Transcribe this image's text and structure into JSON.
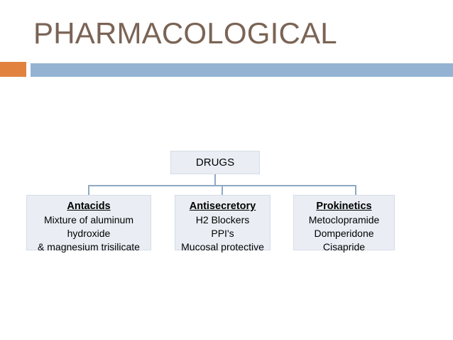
{
  "slide": {
    "title": "PHARMACOLOGICAL",
    "title_color": "#7B6455",
    "background_color": "#FFFFFF"
  },
  "divider": {
    "accent_color": "#E1833F",
    "bar_color": "#94B3D3"
  },
  "diagram": {
    "type": "org-chart",
    "node_fill_color": "#EAEEF4",
    "node_border_color": "#D5DCE6",
    "connector_color": "#8FA9C4",
    "root": {
      "label": "DRUGS"
    },
    "children": [
      {
        "heading": "Antacids",
        "lines": [
          "Mixture of aluminum",
          "hydroxide",
          "& magnesium trisilicate"
        ]
      },
      {
        "heading": "Antisecretory",
        "lines": [
          "H2 Blockers",
          "PPI's",
          "Mucosal protective"
        ]
      },
      {
        "heading": "Prokinetics",
        "lines": [
          "Metoclopramide",
          "Domperidone",
          "Cisapride"
        ]
      }
    ]
  }
}
